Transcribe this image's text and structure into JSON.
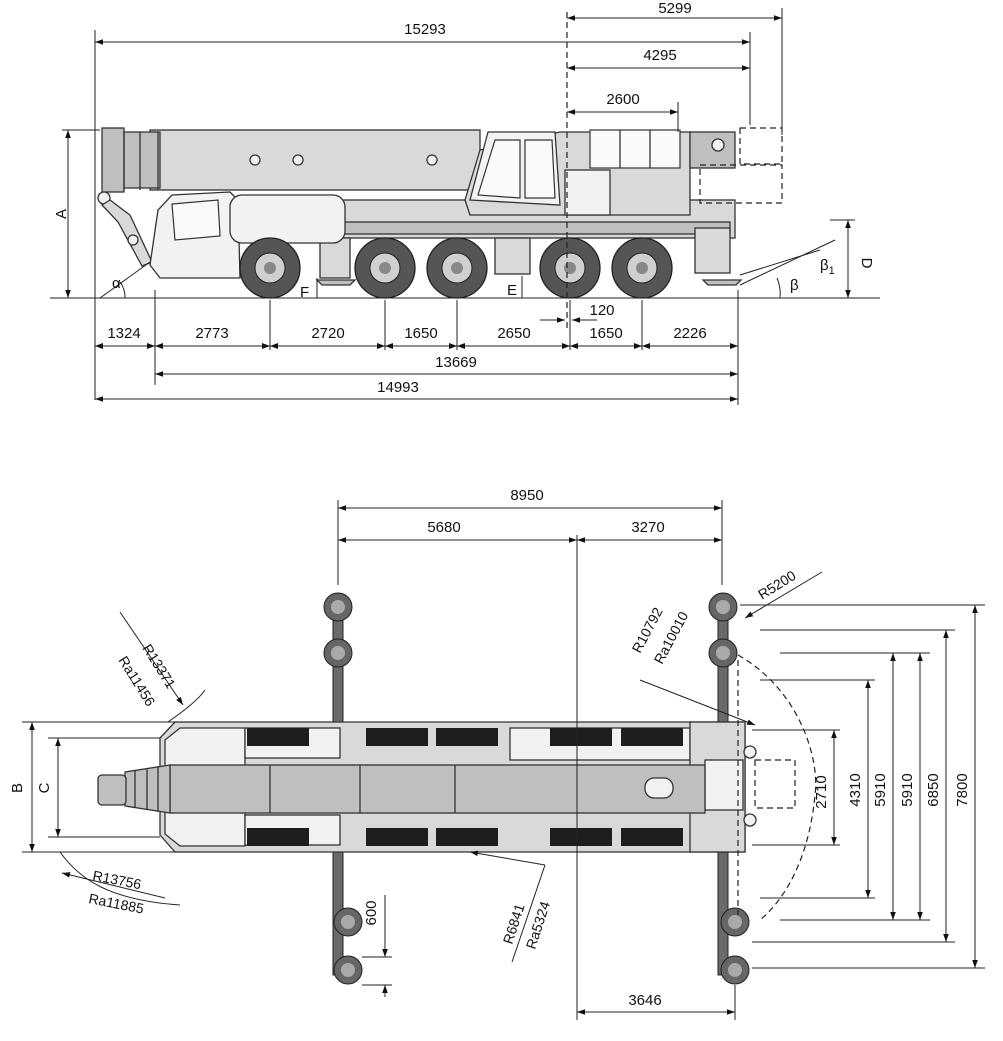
{
  "side_view": {
    "dims": {
      "overall_length_boom": "15293",
      "rear_5299": "5299",
      "rear_4295": "4295",
      "rear_2600": "2600",
      "front_overhang": "1324",
      "axle_2773": "2773",
      "axle_2720": "2720",
      "axle_1650a": "1650",
      "axle_2650": "2650",
      "offset_120": "120",
      "axle_1650b": "1650",
      "rear_overhang": "2226",
      "wheelbase_total": "13669",
      "overall_length": "14993"
    },
    "letters": {
      "height": "A",
      "rear_height": "D",
      "ground_f": "F",
      "ground_e": "E",
      "approach": "α",
      "departure": "β",
      "departure_1": "β",
      "departure_1_sub": "1"
    }
  },
  "top_view": {
    "dims": {
      "outrigger_base": "8950",
      "front_5680": "5680",
      "rear_3270": "3270",
      "bottom_3646": "3646",
      "pad_600": "600",
      "w_2710": "2710",
      "w_4310": "4310",
      "w_5910a": "5910",
      "w_5910b": "5910",
      "w_6850": "6850",
      "w_7800": "7800"
    },
    "radii": {
      "r_13371": "R13371",
      "ra_11456": "Ra11456",
      "r_10792": "R10792",
      "ra_10010": "Ra10010",
      "r_5200": "R5200",
      "r_13756": "R13756",
      "ra_11885": "Ra11885",
      "r_6841": "R6841",
      "ra_5324": "Ra5324"
    },
    "letters": {
      "width_b": "B",
      "width_c": "C"
    }
  }
}
